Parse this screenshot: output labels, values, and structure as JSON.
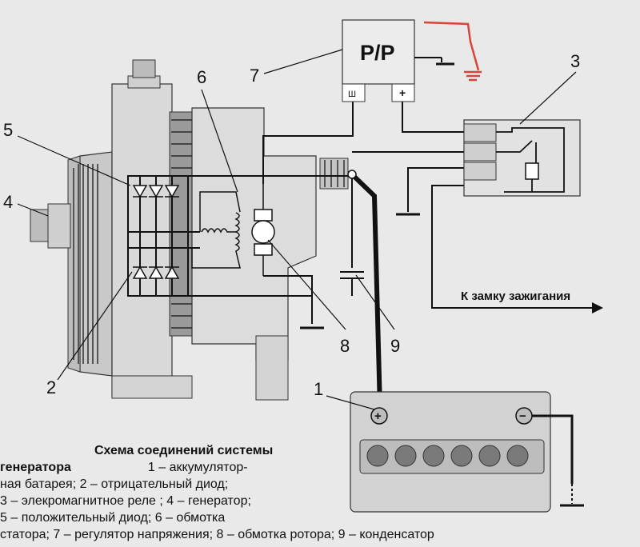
{
  "diagram": {
    "labels": {
      "n1": "1",
      "n2": "2",
      "n3": "3",
      "n4": "4",
      "n5": "5",
      "n6": "6",
      "n7": "7",
      "n8": "8",
      "n9": "9"
    },
    "regulator": {
      "title": "Р/Р",
      "term_sh": "Ш",
      "term_plus": "+"
    },
    "battery": {
      "plus": "+",
      "minus": "−"
    },
    "ignition_text": "К замку зажигания"
  },
  "caption": {
    "title": "Схема соединений системы",
    "line1_bold": "генератора",
    "line1_rest": "1 – аккумулятор-",
    "line2": "ная батарея; 2 – отрицательный диод;",
    "line3": "3 – элекромагнитное реле ; 4 – генератор;",
    "line4": "5 – положительный диод; 6 – обмотка",
    "line5": "статора; 7 – регулятор напряжения; 8 – обмотка ротора; 9 – конденсатор"
  },
  "colors": {
    "ground_wire": "#d8443a",
    "ink": "#111111",
    "housing": "#d9d9d9"
  }
}
